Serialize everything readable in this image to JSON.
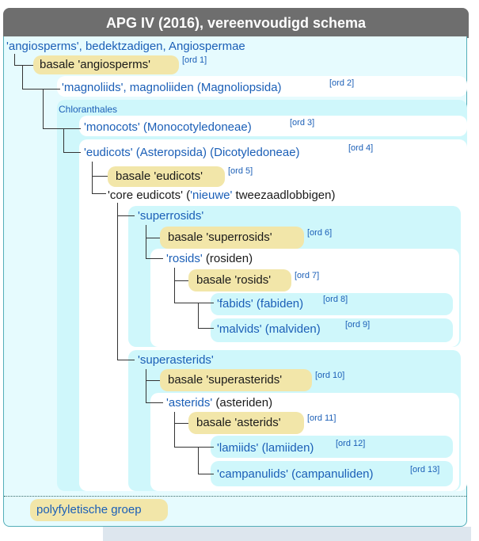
{
  "header": {
    "title": "APG IV (2016), vereenvoudigd schema"
  },
  "colors": {
    "header_bg": "#6e6e6e",
    "clade_bg": "#cff7fb",
    "frame_bg": "#e6fbfe",
    "highlight": "#f2e6a9",
    "link_blue": "#1b5fb7"
  },
  "tree": {
    "root": "'angiosperms', bedektzadigen, Angiospermae",
    "basal_angiosperms": {
      "prefix": "basale ",
      "name": "'angiosperms'",
      "ord": "[ord 1]"
    },
    "magnoliids": {
      "name": "'magnoliids'",
      "rest": ", magnoliiden (Magnoliopsida)",
      "ord": "[ord 2]"
    },
    "chloranthales": "Chloranthales",
    "monocots": {
      "name": "'monocots'",
      "rest": " (Monocotyledoneae)",
      "ord": "[ord 3]"
    },
    "eudicots": {
      "name": "'eudicots' (Asteropsida) (Dicotyledoneae)",
      "ord": "[ord 4]"
    },
    "basal_eudicots": {
      "text": "basale 'eudicots'",
      "ord": "[ord 5]"
    },
    "core_eudicots": {
      "open": "'core eudicots' (",
      "link": "'nieuwe'",
      "close": " tweezaadlobbigen)"
    },
    "superrosids": "'superrosids'",
    "basal_superrosids": {
      "text": "basale 'superrosids'",
      "ord": "[ord 6]"
    },
    "rosids": {
      "name": "'rosids'",
      "rest": " (rosiden)"
    },
    "basal_rosids": {
      "text": "basale 'rosids'",
      "ord": "[ord 7]"
    },
    "fabids": {
      "text": "'fabids' (fabiden)",
      "ord": "[ord 8]"
    },
    "malvids": {
      "text": "'malvids' (malviden)",
      "ord": "[ord 9]"
    },
    "superasterids": "'superasterids'",
    "basal_superasterids": {
      "text": "basale 'superasterids'",
      "ord": "[ord 10]"
    },
    "asterids": {
      "name": "'asterids'",
      "rest": " (asteriden)"
    },
    "basal_asterids": {
      "text": "basale 'asterids'",
      "ord": "[ord 11]"
    },
    "lamiids": {
      "text": "'lamiids' (lamiiden)",
      "ord": "[ord 12]"
    },
    "campanulids": {
      "text": "'campanulids' (campanuliden)",
      "ord": "[ord 13]"
    }
  },
  "legend": {
    "polyphyletic": "polyfyletische groep"
  }
}
